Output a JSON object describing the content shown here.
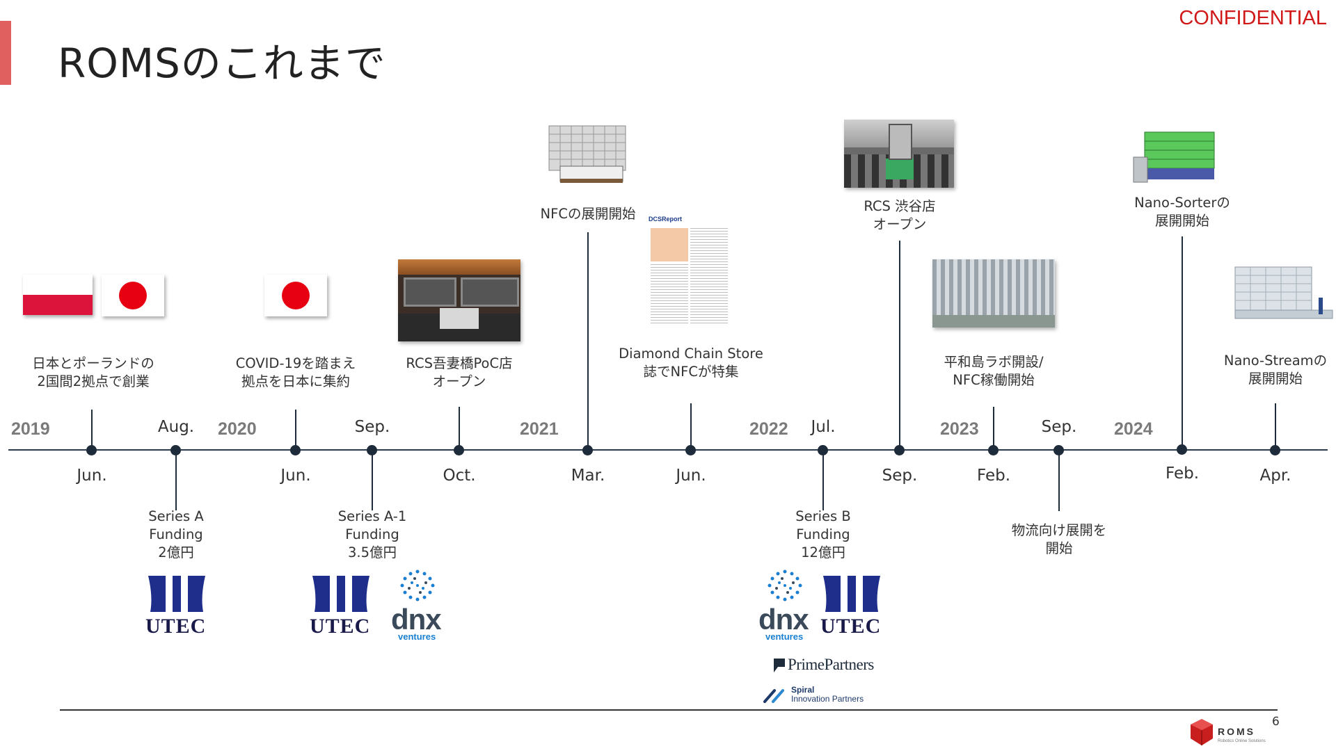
{
  "page": {
    "title": "ROMSのこれまで",
    "confidential": "CONFIDENTIAL",
    "page_number": "6"
  },
  "colors": {
    "accent": "#e06060",
    "confidential": "#d01818",
    "axis": "#1e2b3a",
    "year": "#7a7a7a"
  },
  "years": [
    "2019",
    "2020",
    "2021",
    "2022",
    "2023",
    "2024"
  ],
  "months": {
    "jun_2019": "Jun.",
    "aug_2019": "Aug.",
    "jun_2020": "Jun.",
    "sep_2020": "Sep.",
    "oct_2020": "Oct.",
    "mar_2021": "Mar.",
    "jun_2021": "Jun.",
    "jul_2022": "Jul.",
    "sep_2022": "Sep.",
    "feb_2023": "Feb.",
    "sep_2023": "Sep.",
    "feb_2024": "Feb.",
    "apr_2024": "Apr."
  },
  "events": {
    "founding": {
      "line1": "日本とポーランドの",
      "line2": "2国間2拠点で創業"
    },
    "series_a": {
      "line1": "Series A",
      "line2": "Funding",
      "line3": "2億円"
    },
    "covid": {
      "line1": "COVID-19を踏まえ",
      "line2": "拠点を日本に集約"
    },
    "series_a1": {
      "line1": "Series A-1",
      "line2": "Funding",
      "line3": "3.5億円"
    },
    "rcs_poc": {
      "line1": "RCS吾妻橋PoC店",
      "line2": "オープン"
    },
    "nfc_rollout": {
      "line1": "NFCの展開開始"
    },
    "diamond": {
      "line1": "Diamond Chain Store",
      "line2": "誌でNFCが特集"
    },
    "series_b": {
      "line1": "Series B",
      "line2": "Funding",
      "line3": "12億円"
    },
    "rcs_shibuya": {
      "line1": "RCS 渋谷店",
      "line2": "オープン"
    },
    "heiwajima": {
      "line1": "平和島ラボ開設/",
      "line2": "NFC稼働開始"
    },
    "logistics": {
      "line1": "物流向け展開を",
      "line2": "開始"
    },
    "nano_sorter": {
      "line1": "Nano-Sorterの",
      "line2": "展開開始"
    },
    "nano_stream": {
      "line1": "Nano-Streamの",
      "line2": "展開開始"
    }
  },
  "logos": {
    "utec": "UTEC",
    "dnx": "dnx",
    "dnx_sub": "ventures",
    "prime_partners": "PrimePartners",
    "spiral_line1": "Spiral",
    "spiral_line2": "Innovation Partners",
    "roms": "ROMS",
    "roms_sub": "Robotics Online Solutions"
  },
  "magazine": {
    "masthead": "DCSReport"
  },
  "icons": {
    "flag_poland": "flag-poland-icon",
    "flag_japan": "flag-japan-icon"
  }
}
